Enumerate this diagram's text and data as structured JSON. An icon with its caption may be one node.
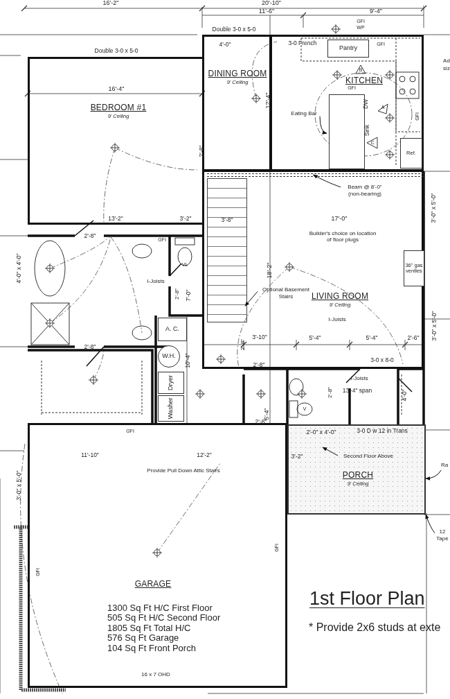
{
  "diagram": {
    "title": "1st Floor Plan",
    "nodes": [
      {
        "text": [
          "BEDROOM #1",
          "9' Ceiling"
        ]
      },
      {
        "text": [
          "DINING ROOM",
          "9' Ceiling"
        ]
      },
      {
        "text": [
          "KITCHEN"
        ]
      },
      {
        "text": [
          "Pantry"
        ],
        "in": 2
      },
      {
        "text": [],
        "shape": "box",
        "in": 2
      },
      {
        "text": [
          "Eating Bar"
        ],
        "in": 2
      },
      {
        "text": [
          "Ref."
        ],
        "in": 2
      },
      {
        "text": [
          "LIVING ROOM",
          "9' Ceiling"
        ]
      },
      {
        "text": [],
        "shape": "bar",
        "in": 7
      },
      {
        "text": [
          "Beam @ 8'-0\" (non-bearing)"
        ],
        "in": 7
      },
      {
        "text": [
          "36\" gas ventles"
        ],
        "in": 7
      },
      {
        "text": [],
        "shape": "box",
        "in": 7
      },
      {
        "text": [
          "Optional Basement Stairs"
        ],
        "in": 7
      },
      {
        "text": [
          "A. C."
        ]
      },
      {
        "text": [
          "W.H."
        ]
      },
      {
        "text": [
          "Dryer"
        ]
      },
      {
        "text": [
          "Washer"
        ]
      },
      {
        "text": [
          "PORCH",
          "9' Ceiling"
        ]
      },
      {
        "text": [
          "Second Floor Above"
        ],
        "in": 17
      },
      {
        "text": [
          "GARAGE"
        ]
      },
      {
        "text": [
          "Ra"
        ]
      },
      {
        "text": [
          "12 Tape"
        ]
      }
    ],
    "edges": [
      {
        "from": 5,
        "to": 4,
        "arrow": "to"
      },
      {
        "from": 9,
        "to": 8,
        "arrow": "to"
      },
      {
        "from": 12,
        "to": 11,
        "arrow": "to"
      },
      {
        "from": 18,
        "to": null,
        "arrow": "to"
      },
      {
        "from": 20,
        "to": 17,
        "arrow": "to"
      },
      {
        "from": 21,
        "to": 17,
        "arrow": "to"
      }
    ],
    "labels": [
      "16'-2\"",
      "20'-10\"",
      "11'-6\"",
      "9'-4\"",
      "Double 3-0 x 5-0",
      "4'-0\"",
      "3-0 French",
      "GFI",
      "WP",
      "Ad",
      "siz",
      "GFI",
      "Double 3-0 x 5-0",
      "16'-4\"",
      "B",
      "12'-4\"",
      "GFI",
      "DW",
      "A",
      "Sink",
      "C",
      "GFI",
      "2'-8\"",
      "13'-2\"",
      "3'-2\"",
      "3'-8\"",
      "17'-0\"",
      "3'-0\" x 5'-0\"",
      "Builder's choice on location of floor plugs",
      "2'-8\"",
      "GFI",
      "VL",
      "4'-0\" x 4'-0\"",
      "I-Joists",
      "2'-8\"",
      "7'-0\"",
      "18'-2\"",
      "I-Joists",
      "2'-8\"",
      "10'-4\"",
      "3'-10\"",
      "5'-4\"",
      "5'-4\"",
      "2'-6\"",
      "3'-0\" x 5'-0\"",
      "2'-8\"",
      "2'-8\"",
      "3-0 x 8-0",
      "I-Joists",
      "13'-4\" span",
      "2'-8\"",
      "4'-0\"",
      "V",
      "5'-4\"",
      "2'-8\"",
      "GFI",
      "2'-0\" x 4'-0\"",
      "3-0 D w 12 in Trans",
      "11'-10\"",
      "12'-2\"",
      "3'-2\"",
      "Provide Pull Down Attic Stairs",
      "3'-0\" x 5'-0\"",
      "GFI",
      "GFI",
      "1300 Sq Ft H/C First Floor",
      "505 Sq Ft H/C Second Floor",
      "1805 Sq Ft Total H/C",
      "576 Sq Ft Garage",
      "104 Sq Ft Front Porch",
      "16 x 7 OHD",
      "* Provide 2x6 studs at exte"
    ]
  }
}
